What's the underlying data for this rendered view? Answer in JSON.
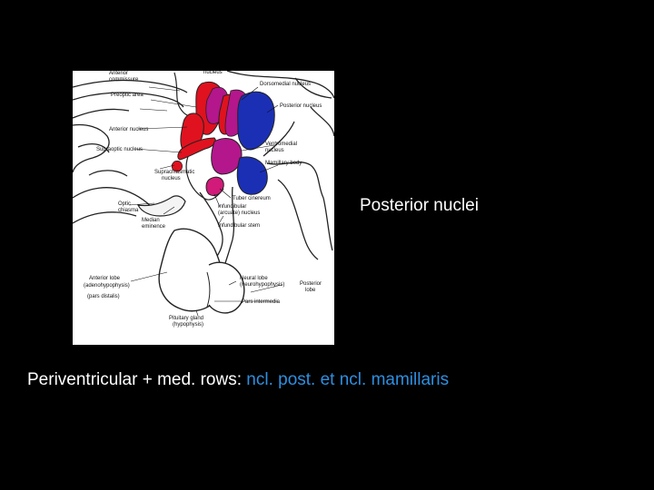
{
  "slide": {
    "side_label": "Posterior nuclei",
    "caption": {
      "prefix": "Periventricular + med. rows: ",
      "highlight": "ncl. post. et  ncl. mamillaris"
    }
  },
  "figure": {
    "labels": {
      "top_cut": "nucleus",
      "anterior_commissure_1": "Anterior",
      "anterior_commissure_2": "commissure",
      "preoptic_area": "Preoptic area",
      "dorsomedial_nucleus": "Dorsomedial nucleus",
      "posterior_nucleus": "Posterior nucleus",
      "anterior_nucleus": "Anterior nucleus",
      "supraoptic_nucleus": "Supraoptic nucleus",
      "ventromedial_1": "Ventromedial",
      "ventromedial_2": "nucleus",
      "mamillary_body": "Mamillary body",
      "suprachiasmatic_1": "Suprachiasmatic",
      "suprachiasmatic_2": "nucleus",
      "optic_chiasma_1": "Optic",
      "optic_chiasma_2": "chiasma",
      "tuber_cinereum": "Tuber cinereum",
      "infundibular_1": "Infundibular",
      "infundibular_2": "(arcuate) nucleus",
      "infundibular_stem": "Infundibular stem",
      "median_eminence_1": "Median",
      "median_eminence_2": "eminence",
      "anterior_lobe_1": "Anterior lobe",
      "anterior_lobe_2": "(adenohypophysis)",
      "anterior_lobe_3": "(pars distalis)",
      "neural_lobe_1": "Neural lobe",
      "neural_lobe_2": "(neurohypophysis)",
      "posterior_lobe_1": "Posterior",
      "posterior_lobe_2": "lobe",
      "pars_intermedia": "Pars intermedia",
      "pituitary_1": "Pituitary gland",
      "pituitary_2": "(hypophysis)"
    },
    "colors": {
      "red_nuclei": "#e0121f",
      "purple_nuclei": "#b4168c",
      "magenta_nucleus": "#d11a7a",
      "blue_nuclei": "#1b2fb5"
    }
  }
}
